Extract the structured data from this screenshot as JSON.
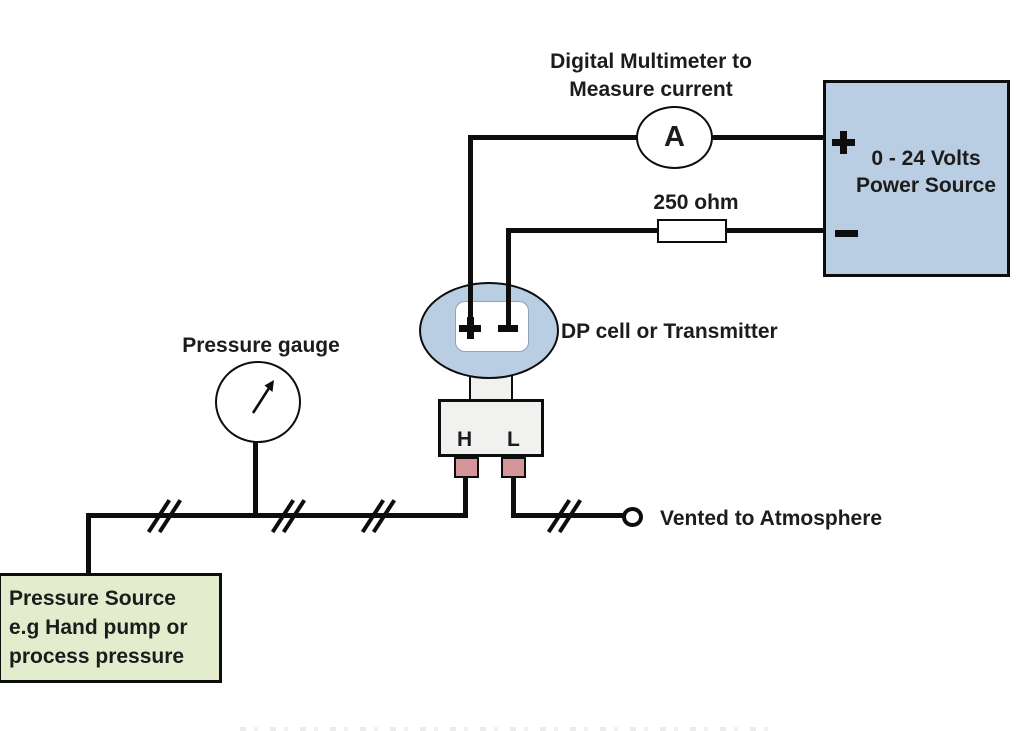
{
  "colors": {
    "line": "#0d0d0d",
    "panel_blue": "#b9cde3",
    "panel_green": "#e4ecce",
    "port_pink": "#d59499",
    "body_gray": "#f1f1ef",
    "background": "#ffffff"
  },
  "labels": {
    "multimeter_line1": "Digital Multimeter to",
    "multimeter_line2": "Measure current",
    "resistor": "250 ohm",
    "dp_cell": "DP cell or Transmitter",
    "pressure_gauge": "Pressure gauge",
    "vent": "Vented to Atmosphere"
  },
  "ammeter": {
    "symbol": "A"
  },
  "power_source": {
    "line1": "0 - 24 Volts",
    "line2": "Power Source",
    "plus_terminal": "+",
    "minus_terminal": "-"
  },
  "dp_cell": {
    "plus_terminal": "+",
    "minus_terminal": "-",
    "port_high": "H",
    "port_low": "L"
  },
  "pressure_source": {
    "line1": "Pressure Source",
    "line2": "e.g Hand pump or",
    "line3": "process pressure"
  }
}
